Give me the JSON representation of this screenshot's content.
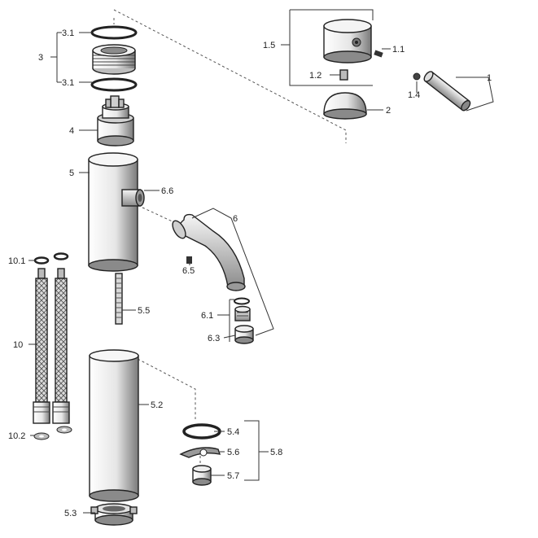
{
  "labels": {
    "p1": "1",
    "p1_1": "1.1",
    "p1_2": "1.2",
    "p1_4": "1.4",
    "p1_5": "1.5",
    "p2": "2",
    "p3": "3",
    "p3_1a": "3.1",
    "p3_1b": "3.1",
    "p4": "4",
    "p5": "5",
    "p5_2": "5.2",
    "p5_3": "5.3",
    "p5_4": "5.4",
    "p5_5": "5.5",
    "p5_6": "5.6",
    "p5_7": "5.7",
    "p5_8": "5.8",
    "p6": "6",
    "p6_1": "6.1",
    "p6_3": "6.3",
    "p6_5": "6.5",
    "p6_6": "6.6",
    "p10": "10",
    "p10_1": "10.1",
    "p10_2": "10.2"
  }
}
